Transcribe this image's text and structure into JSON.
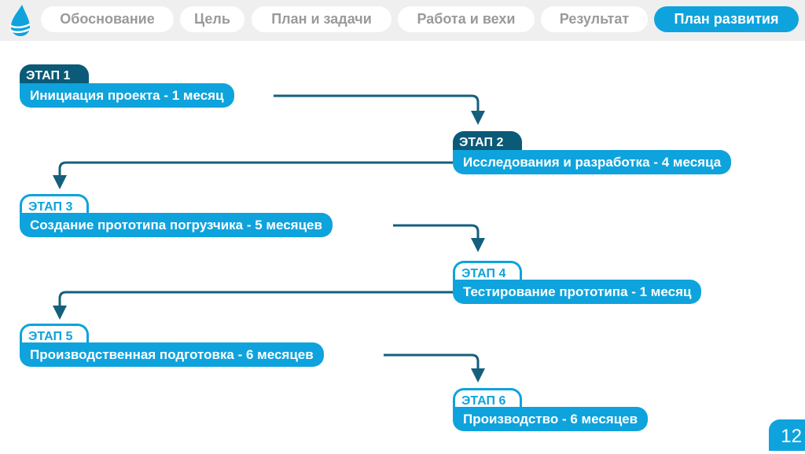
{
  "nav": {
    "tabs": [
      {
        "label": "Обоснование"
      },
      {
        "label": "Цель"
      },
      {
        "label": "План и задачи"
      },
      {
        "label": "Работа и вехи"
      },
      {
        "label": "Результат"
      },
      {
        "label": "План развития",
        "active": true
      }
    ]
  },
  "stages": [
    {
      "label": "ЭТАП 1",
      "title": "Инициация проекта - 1 месяц"
    },
    {
      "label": "ЭТАП 2",
      "title": "Исследования и разработка - 4 месяца"
    },
    {
      "label": "ЭТАП 3",
      "title": "Создание прототипа погрузчика - 5 месяцев"
    },
    {
      "label": "ЭТАП 4",
      "title": "Тестирование прототипа - 1 месяц"
    },
    {
      "label": "ЭТАП 5",
      "title": "Производственная подготовка - 6 месяцев"
    },
    {
      "label": "ЭТАП 6",
      "title": "Производство - 6 месяцев"
    }
  ],
  "page": {
    "number": "12"
  },
  "colors": {
    "accent": "#0ea3dd",
    "dark": "#0a5a78",
    "arrow": "#155f7d"
  },
  "icons": {
    "logo": "water-drop-icon"
  }
}
